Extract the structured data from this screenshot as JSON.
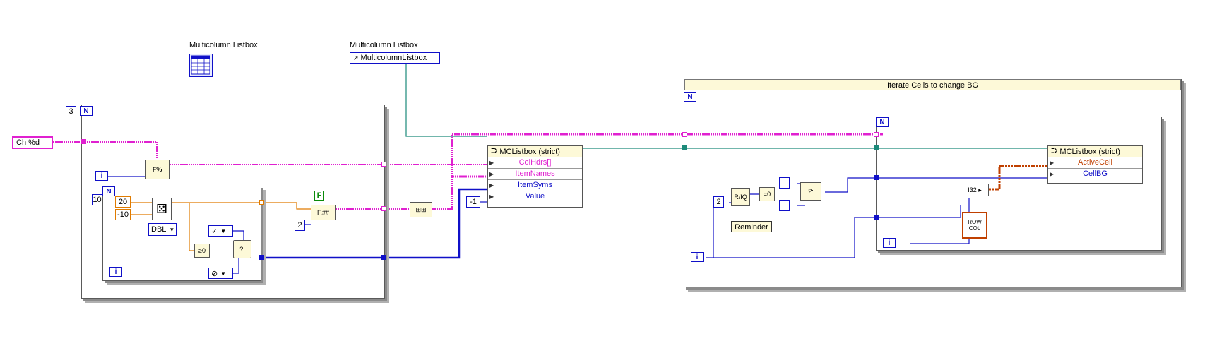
{
  "labels": {
    "mc_icon_label": "Multicolumn Listbox",
    "mc_ref_label": "Multicolumn Listbox",
    "mc_ref_text": "MulticolumnListbox",
    "case_title": "Iterate Cells to change BG",
    "reminder": "Reminder"
  },
  "constants": {
    "n_outer": "3",
    "fmt_string": "Ch %d",
    "n_inner": "10",
    "rand_hi": "20",
    "rand_lo": "-10",
    "dbl_type": "DBL",
    "bool_f": "F",
    "dims": "2",
    "check_ring": "✓",
    "nosym_ring": "⊘",
    "value_const": "-1",
    "divisor": "2"
  },
  "terminals": {
    "N": "N",
    "i": "i"
  },
  "prop_node_left": {
    "title": "MCListbox (strict)",
    "rows": [
      "ColHdrs[]",
      "ItemNames",
      "ItemSyms",
      "Value"
    ]
  },
  "prop_node_right": {
    "title": "MCListbox (strict)",
    "rows": [
      "ActiveCell",
      "CellBG"
    ]
  },
  "colors": {
    "string_wire": "#e020d0",
    "numeric_wire": "#1010c8",
    "ref_wire": "#1c8a7a",
    "dbl_wire": "#e07b00",
    "cluster_wire": "#c04000"
  }
}
